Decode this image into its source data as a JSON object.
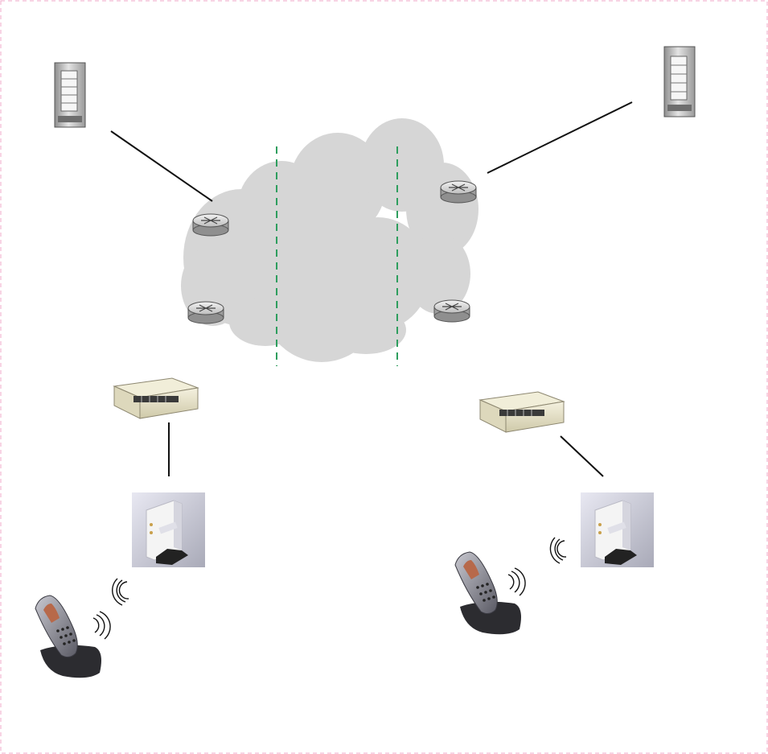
{
  "diagram": {
    "type": "network-topology",
    "border_color": "#f0a8c8",
    "cloud_color": "#d6d6d6",
    "divider_color": "#2e9e5e",
    "link_color": "#111111",
    "nodes": [
      {
        "id": "server-left",
        "kind": "server-icon"
      },
      {
        "id": "server-right",
        "kind": "server-icon"
      },
      {
        "id": "router-top-left",
        "kind": "router-icon"
      },
      {
        "id": "router-bottom-left",
        "kind": "router-icon"
      },
      {
        "id": "router-top-right",
        "kind": "router-icon"
      },
      {
        "id": "router-bottom-right",
        "kind": "router-icon"
      },
      {
        "id": "switch-left",
        "kind": "switch-icon"
      },
      {
        "id": "switch-right",
        "kind": "switch-icon"
      },
      {
        "id": "base-station-left",
        "kind": "dect-base-icon"
      },
      {
        "id": "base-station-right",
        "kind": "dect-base-icon"
      },
      {
        "id": "handset-left",
        "kind": "cordless-phone-icon"
      },
      {
        "id": "handset-right",
        "kind": "cordless-phone-icon"
      }
    ],
    "links": [
      {
        "from": "server-left",
        "to": "router-top-left",
        "style": "solid"
      },
      {
        "from": "server-right",
        "to": "router-top-right",
        "style": "solid"
      },
      {
        "from": "switch-left",
        "to": "base-station-left",
        "style": "solid"
      },
      {
        "from": "switch-right",
        "to": "base-station-right",
        "style": "solid"
      },
      {
        "from": "base-station-left",
        "to": "handset-left",
        "style": "wireless"
      },
      {
        "from": "base-station-right",
        "to": "handset-right",
        "style": "wireless"
      }
    ]
  }
}
